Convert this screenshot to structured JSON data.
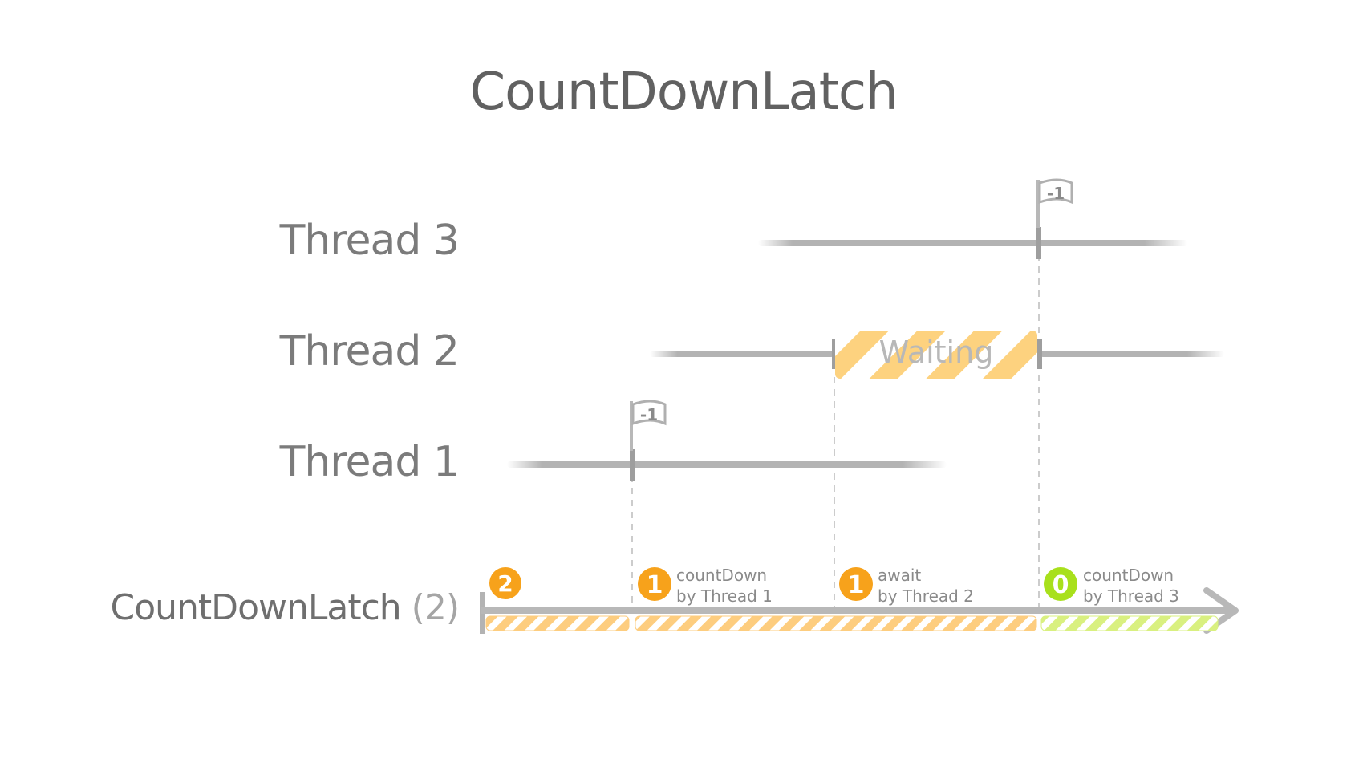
{
  "title": "CountDownLatch",
  "threads": [
    {
      "label": "Thread 3"
    },
    {
      "label": "Thread 2",
      "waiting_label": "Waiting"
    },
    {
      "label": "Thread 1"
    }
  ],
  "flags": [
    {
      "text": "-1",
      "thread": "Thread 3"
    },
    {
      "text": "-1",
      "thread": "Thread 1"
    }
  ],
  "latch": {
    "name": "CountDownLatch",
    "initial": "(2)",
    "events": [
      {
        "count": "2",
        "line1": "",
        "line2": "",
        "color": "#f7a21b"
      },
      {
        "count": "1",
        "line1": "countDown",
        "line2": "by Thread 1",
        "color": "#f7a21b"
      },
      {
        "count": "1",
        "line1": "await",
        "line2": "by Thread 2",
        "color": "#f7a21b"
      },
      {
        "count": "0",
        "line1": "countDown",
        "line2": "by Thread 3",
        "color": "#a8e01c"
      }
    ]
  },
  "colors": {
    "title": "#616161",
    "thread_line": "#b3b3b3",
    "waiting": "#fdd27f",
    "latch_orange": "#fdcd7f",
    "latch_green": "#d9f080",
    "badge_orange": "#f7a21b",
    "badge_green": "#a8e01c"
  }
}
